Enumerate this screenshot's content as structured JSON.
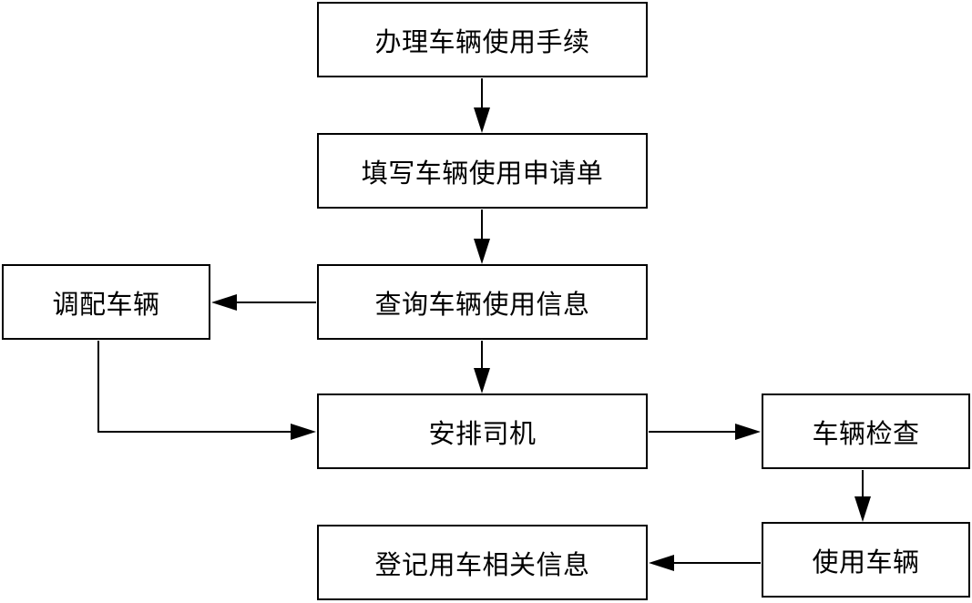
{
  "nodes": {
    "apply": "办理车辆使用手续",
    "request_form": "填写车辆使用申请单",
    "query": "查询车辆使用信息",
    "dispatch": "调配车辆",
    "arrange_driver": "安排司机",
    "inspect": "车辆检查",
    "use": "使用车辆",
    "register": "登记用车相关信息"
  },
  "edges": [
    {
      "from": "apply",
      "to": "request_form"
    },
    {
      "from": "request_form",
      "to": "query"
    },
    {
      "from": "query",
      "to": "dispatch"
    },
    {
      "from": "query",
      "to": "arrange_driver"
    },
    {
      "from": "dispatch",
      "to": "arrange_driver"
    },
    {
      "from": "arrange_driver",
      "to": "inspect"
    },
    {
      "from": "inspect",
      "to": "use"
    },
    {
      "from": "use",
      "to": "register"
    }
  ],
  "colors": {
    "stroke": "#000000",
    "background": "#ffffff"
  }
}
